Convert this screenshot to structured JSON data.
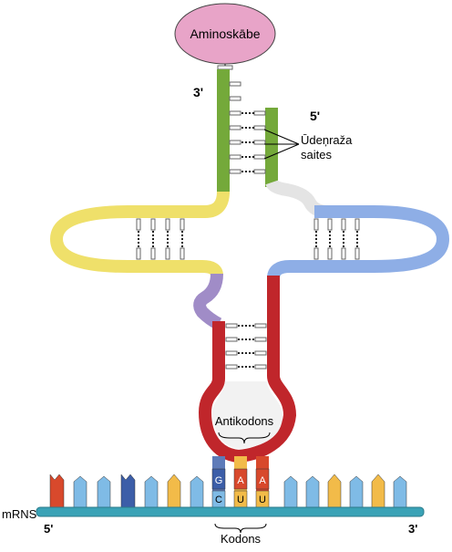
{
  "labels": {
    "amino_acid": "Aminoskābe",
    "three_prime_top": "3'",
    "five_prime_top": "5'",
    "hydrogen_bonds_line1": "Ūdeņraža",
    "hydrogen_bonds_line2": "saites",
    "anticodon": "Antikodons",
    "mrna": "mRNS",
    "mrna_five_prime": "5'",
    "mrna_three_prime": "3'",
    "codon": "Kodons"
  },
  "anticodon_bases": [
    "G",
    "A",
    "A"
  ],
  "codon_bases": [
    "C",
    "U",
    "U"
  ],
  "colors": {
    "acceptor_stem": "#74a93a",
    "d_arm": "#efe06a",
    "t_arm": "#8eaee6",
    "anticodon_arm": "#c0262b",
    "variable_loop": "#a08cc7",
    "amino_acid_fill": "#e8a4c8",
    "mrna_backbone": "#3aa2b6",
    "base_red": "#d8492c",
    "base_blue": "#3c5ea8",
    "base_lightblue": "#7fbbe6",
    "base_yellow": "#f2bb49"
  }
}
